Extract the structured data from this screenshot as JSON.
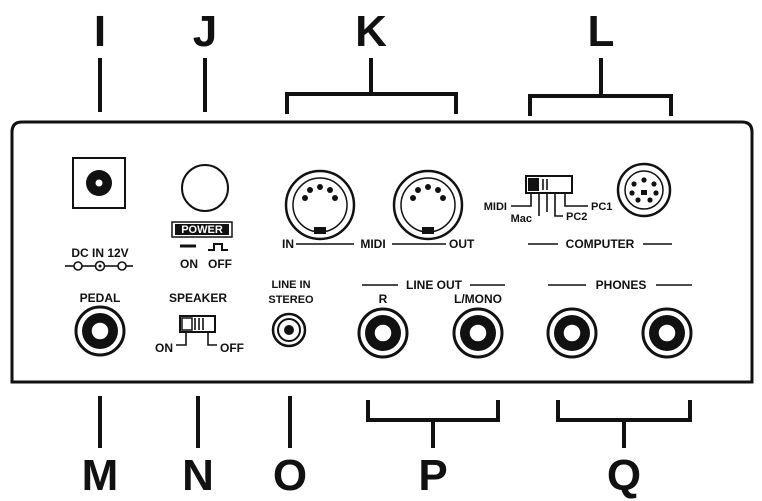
{
  "callouts": {
    "I": "I",
    "J": "J",
    "K": "K",
    "L": "L",
    "M": "M",
    "N": "N",
    "O": "O",
    "P": "P",
    "Q": "Q"
  },
  "panel": {
    "dc_in": "DC IN 12V",
    "power": "POWER",
    "power_on": "ON",
    "power_off": "OFF",
    "midi_in": "IN",
    "midi": "MIDI",
    "midi_out": "OUT",
    "switch_midi": "MIDI",
    "switch_mac": "Mac",
    "switch_pc2": "PC2",
    "switch_pc1": "PC1",
    "computer": "COMPUTER",
    "pedal": "PEDAL",
    "speaker": "SPEAKER",
    "speaker_on": "ON",
    "speaker_off": "OFF",
    "line_in_1": "LINE IN",
    "line_in_2": "STEREO",
    "line_out": "LINE OUT",
    "line_out_r": "R",
    "line_out_l": "L/MONO",
    "phones": "PHONES"
  }
}
